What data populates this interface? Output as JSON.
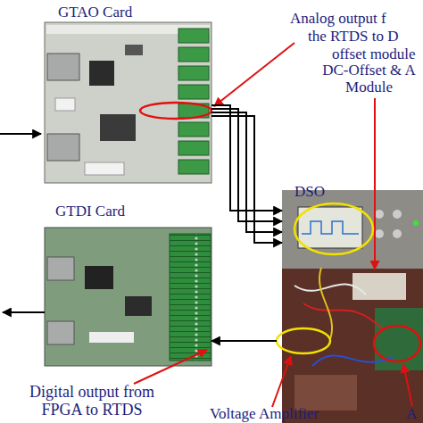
{
  "diagram": {
    "nodes": [
      {
        "text": [
          "GTAO Card"
        ]
      },
      {
        "text": [
          "GTDI Card"
        ]
      },
      {
        "text": [
          "DC-Offset & A Module"
        ]
      },
      {
        "text": [
          "DSO"
        ],
        "in": 2
      },
      {
        "text": [
          "Voltage Amplifier"
        ],
        "in": 2
      }
    ],
    "edges": [
      {
        "from": 0,
        "to": 2,
        "arrow": "to"
      },
      {
        "from": 0,
        "to": 2,
        "arrow": "to"
      },
      {
        "from": 0,
        "to": 2,
        "arrow": "to"
      },
      {
        "from": 0,
        "to": 2,
        "arrow": "to"
      },
      {
        "from": 4,
        "to": 1,
        "arrow": "to"
      }
    ],
    "labels": [
      "Analog output f",
      "the RTDS to D",
      "offset module",
      "Digital output from FPGA to RTDS",
      "A"
    ]
  }
}
